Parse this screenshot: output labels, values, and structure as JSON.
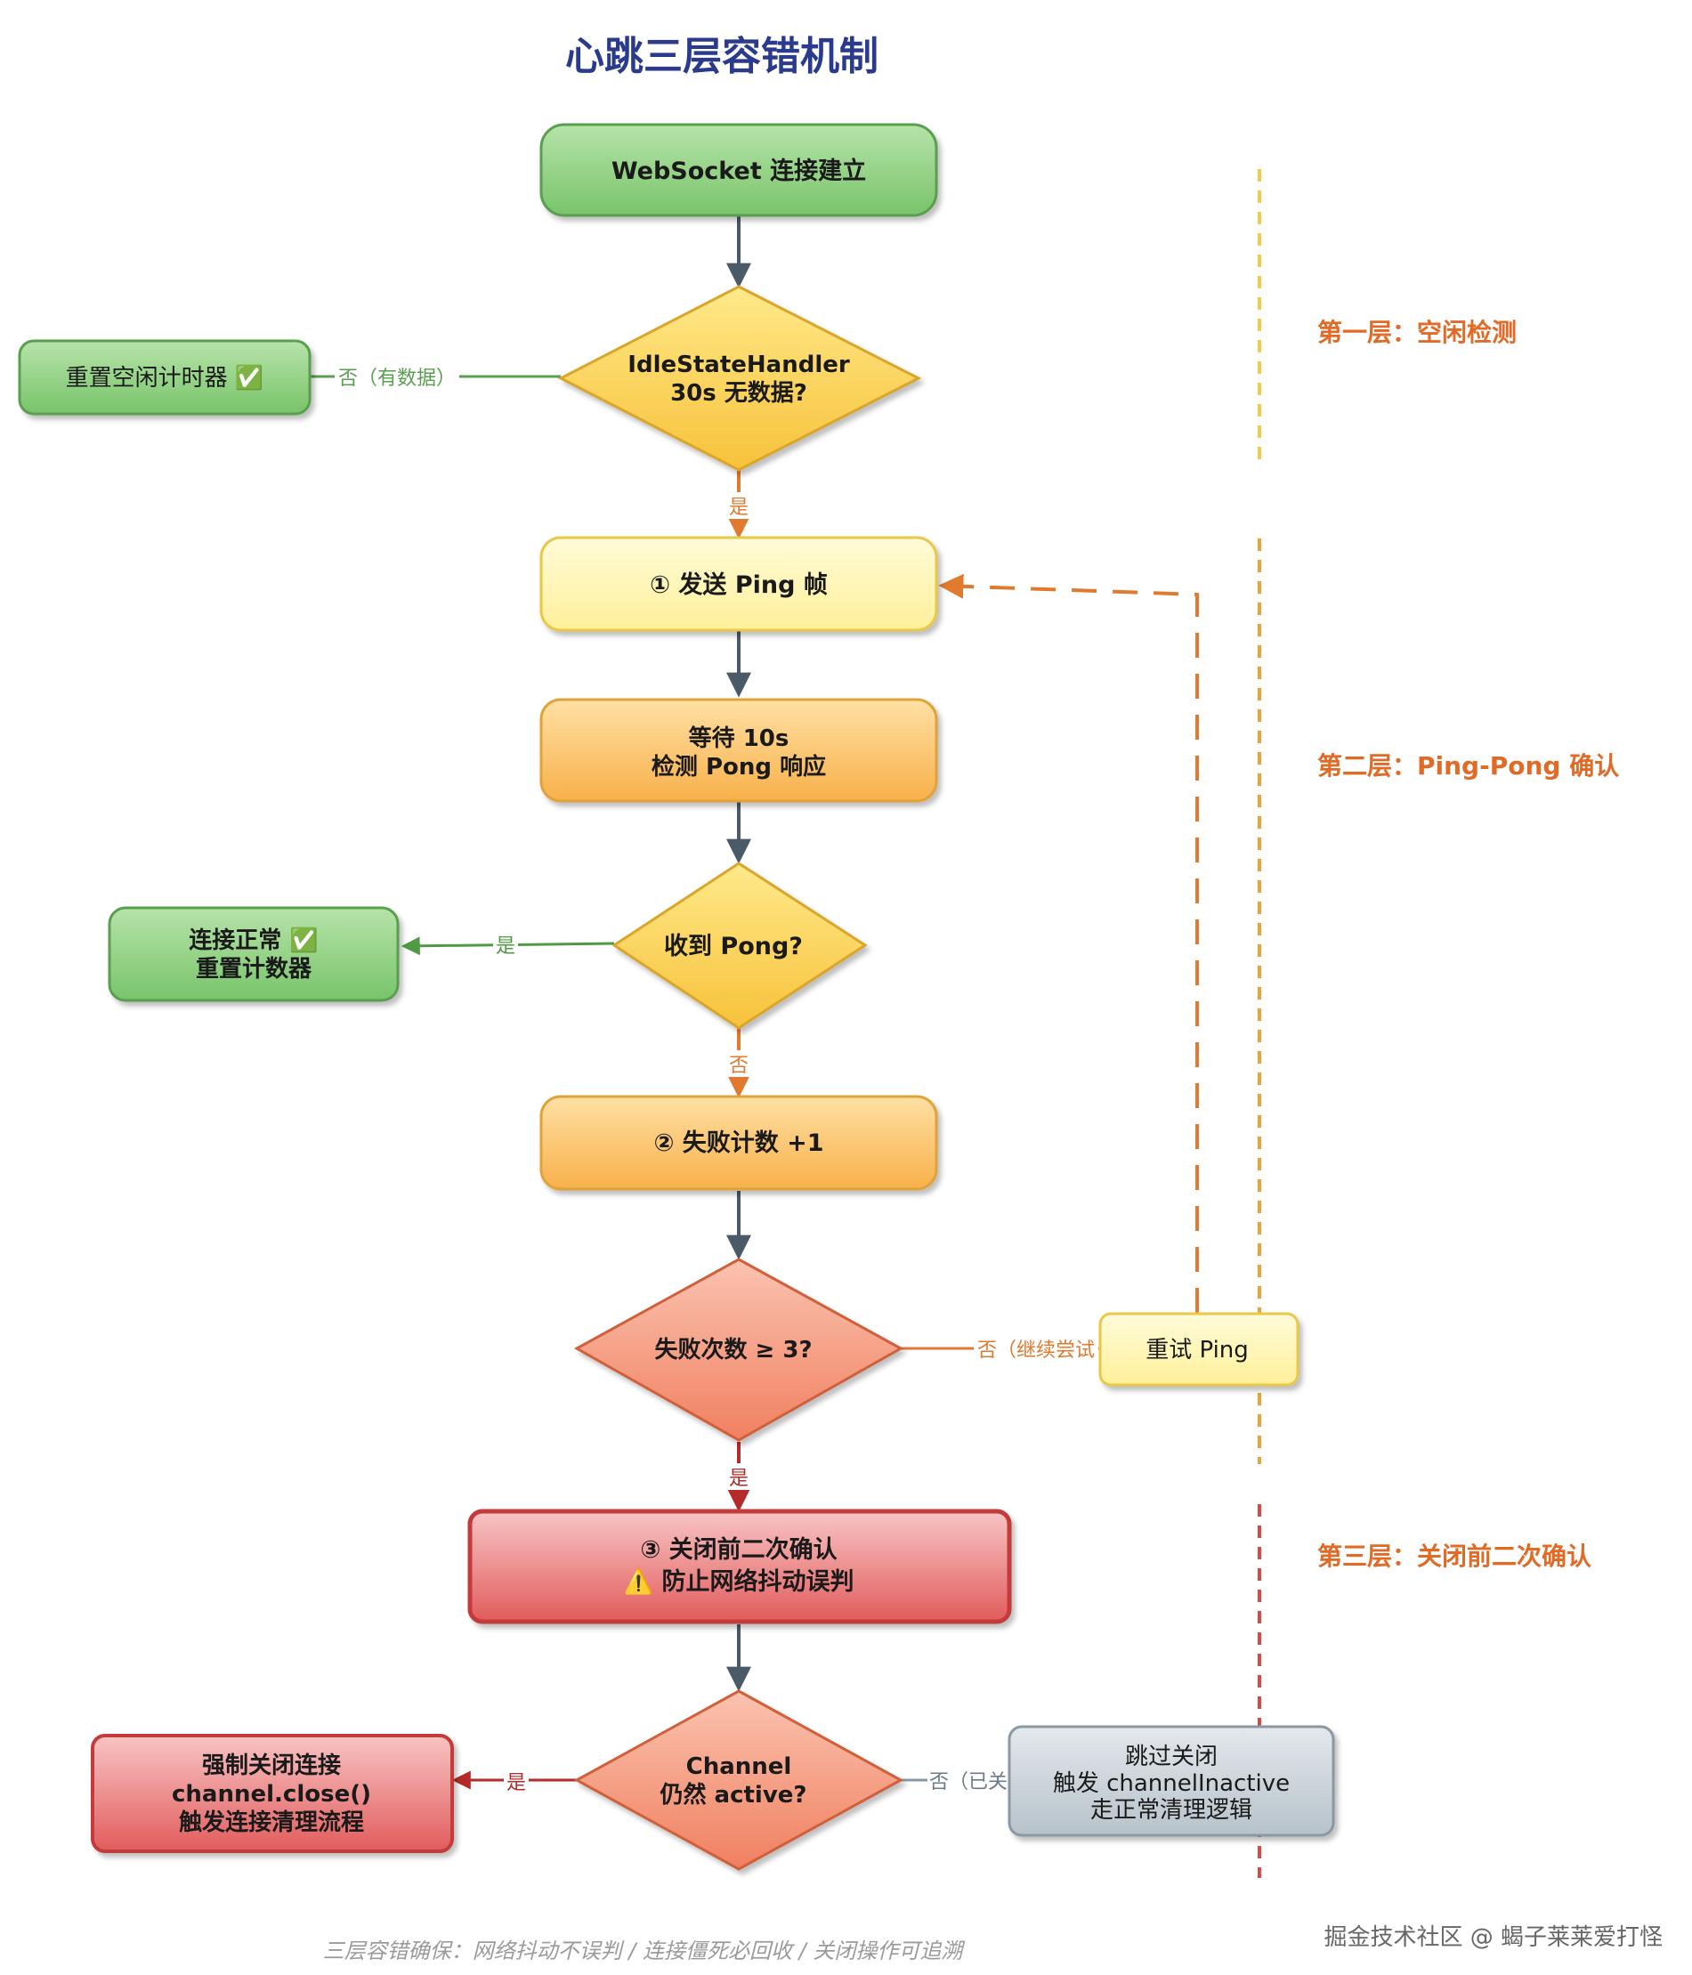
{
  "title": "心跳三层容错机制",
  "nodes": {
    "start": "WebSocket 连接建立",
    "idle_check": [
      "IdleStateHandler",
      "30s 无数据?"
    ],
    "reset_idle": "重置空闲计时器 ✅",
    "send_ping": "① 发送 Ping 帧",
    "wait_pong": [
      "等待 10s",
      "检测 Pong 响应"
    ],
    "pong_check": "收到 Pong?",
    "conn_ok": [
      "连接正常 ✅",
      "重置计数器"
    ],
    "fail_count": "② 失败计数 +1",
    "fail_check": "失败次数 ≥ 3?",
    "retry_ping": "重试 Ping",
    "confirm_close": [
      "③ 关闭前二次确认",
      "⚠️ 防止网络抖动误判"
    ],
    "active_check": [
      "Channel",
      "仍然 active?"
    ],
    "force_close": [
      "强制关闭连接",
      "channel.close()",
      "触发连接清理流程"
    ],
    "skip_close": [
      "跳过关闭",
      "触发 channelInactive",
      "走正常清理逻辑"
    ]
  },
  "edge_labels": {
    "idle_no": "否（有数据）",
    "idle_yes": "是",
    "pong_yes": "是",
    "pong_no": "否",
    "fail_no": "否（继续尝试",
    "fail_yes": "是",
    "active_yes": "是",
    "active_no": "否（已关"
  },
  "layers": {
    "layer1": "第一层：空闲检测",
    "layer2": "第二层：Ping-Pong 确认",
    "layer3": "第三层：关闭前二次确认"
  },
  "footer": "三层容错确保：网络抖动不误判 / 连接僵死必回收 / 关闭操作可追溯",
  "watermark": "掘金技术社区 @ 蝎子莱莱爱打怪",
  "colors": {
    "title": "#2a3a8c",
    "green_fill": "#8fd184",
    "green_stroke": "#5a9e4f",
    "yellow_fill": "#fff5b5",
    "yellow_stroke": "#e8c84a",
    "orange_fill": "#fbc56a",
    "orange_stroke": "#e0a33a",
    "red_fill": "#ef8a8a",
    "red_stroke": "#c43a3a",
    "gray_fill": "#c7d0d6",
    "gray_stroke": "#8a99a3",
    "layer_label": "#e06a26"
  }
}
